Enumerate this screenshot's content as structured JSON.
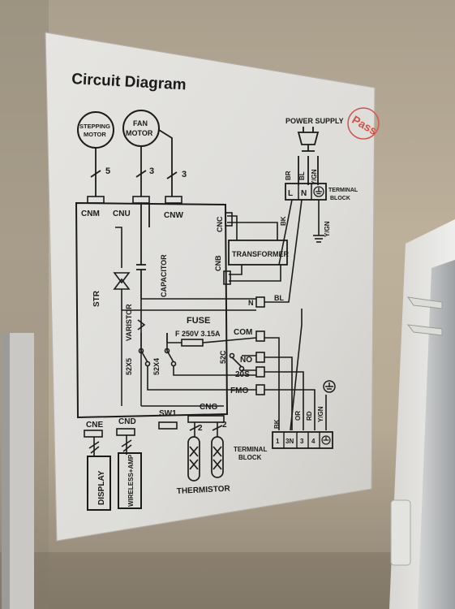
{
  "title": "Circuit Diagram",
  "stamp": "Pass",
  "power_supply": "POWER SUPPLY",
  "terminal_block_top": [
    "TERMINAL",
    "BLOCK"
  ],
  "motors": {
    "stepping": [
      "STEPPING",
      "MOTOR"
    ],
    "fan": [
      "FAN",
      "MOTOR"
    ]
  },
  "wire_counts": [
    "5",
    "3",
    "3"
  ],
  "connectors": {
    "cnm": "CNM",
    "cnu": "CNU",
    "cnw": "CNW",
    "cnc": "CNC",
    "cnb": "CNB",
    "cne": "CNE",
    "cnd": "CND",
    "sw1": "SW1",
    "cng": "CNG"
  },
  "components": {
    "transformer": "TRANSFORMER",
    "capacitor": "CAPACITOR",
    "varistor": "VARISTOR",
    "str": "STR",
    "fuse": "FUSE",
    "fuse_rating": "F 250V  3.15A",
    "relay_5": "52X5",
    "relay_4": "52X4",
    "relay_c": "52C"
  },
  "terminals": {
    "n": "N",
    "bl": "BL",
    "com": "COM",
    "no": "NO",
    "s20": "20S",
    "fmo": "FMO"
  },
  "wires": {
    "br": "BR",
    "bl": "BL",
    "ygn": "Y/GN",
    "bk": "BK",
    "bk2": "BK",
    "or": "OR",
    "rd": "RD",
    "ygn2": "Y/GN"
  },
  "top_block": [
    "L",
    "N"
  ],
  "bottom_block": [
    "1",
    "3N",
    "3",
    "4"
  ],
  "terminal_block_bottom": [
    "TERMINAL",
    "BLOCK"
  ],
  "thermistor_counts": [
    "2",
    "2"
  ],
  "thermistor": "THERMISTOR",
  "display": "DISPLAY",
  "wireless": "WIRELESS+AMP"
}
